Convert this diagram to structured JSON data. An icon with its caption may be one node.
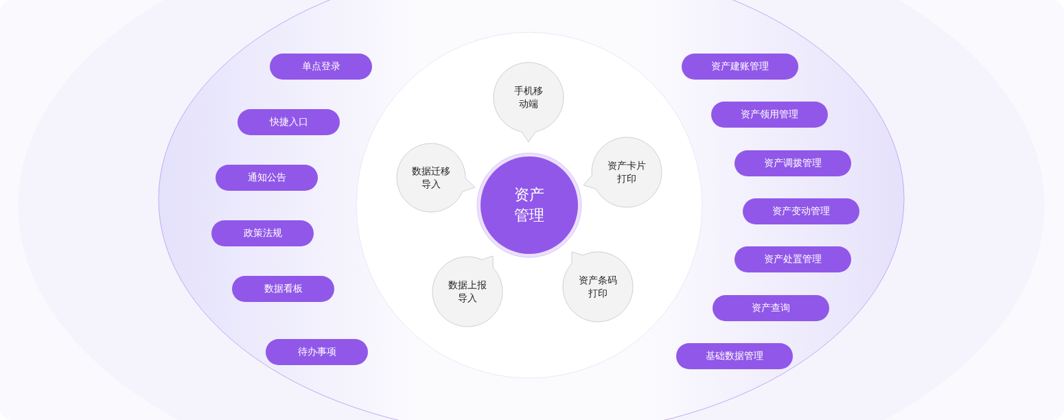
{
  "diagram": {
    "nodes": [
      {
        "text": [
          "单点登录"
        ]
      },
      {
        "text": [
          "快捷入口"
        ]
      },
      {
        "text": [
          "通知公告"
        ]
      },
      {
        "text": [
          "政策法规"
        ]
      },
      {
        "text": [
          "数据看板"
        ]
      },
      {
        "text": [
          "待办事项"
        ]
      },
      {
        "text": [
          "资产管理"
        ]
      },
      {
        "text": [
          "手机移动端"
        ]
      },
      {
        "text": [
          "数据迁移导入"
        ]
      },
      {
        "text": [
          "资产卡片打印"
        ]
      },
      {
        "text": [
          "数据上报导入"
        ]
      },
      {
        "text": [
          "资产条码打印"
        ]
      },
      {
        "text": [
          "资产建账管理"
        ]
      },
      {
        "text": [
          "资产领用管理"
        ]
      },
      {
        "text": [
          "资产调拨管理"
        ]
      },
      {
        "text": [
          "资产变动管理"
        ]
      },
      {
        "text": [
          "资产处置管理"
        ]
      },
      {
        "text": [
          "资产查询"
        ]
      },
      {
        "text": [
          "基础数据管理"
        ]
      }
    ]
  }
}
